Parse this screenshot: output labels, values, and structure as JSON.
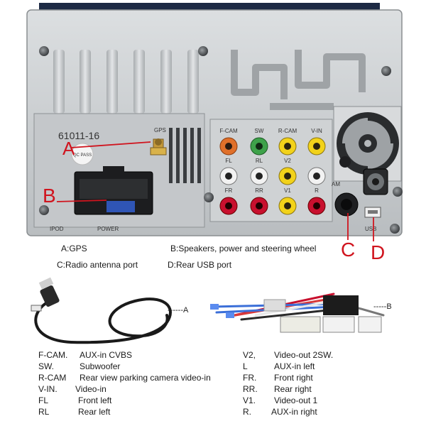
{
  "unit": {
    "date_code": "61011-16",
    "gps_port_label": "GPS",
    "port_labels": [
      "F-CAM",
      "SW",
      "R-CAM",
      "V-IN",
      "FL",
      "RL",
      "V2",
      "AM",
      "FR",
      "RR",
      "V1",
      "R"
    ],
    "ipod_label": "IPOD",
    "power_label": "POWER",
    "usb_label": "USB",
    "qc_sticker": "QC PASS"
  },
  "callouts": {
    "a": "A",
    "b": "B",
    "c": "C",
    "d": "D"
  },
  "captions": {
    "a": "A:GPS",
    "b": "B:Speakers, power and steering wheel",
    "c": "C:Radio antenna port",
    "d": "D:Rear USB port"
  },
  "accessories": {
    "cable_label": "------A",
    "harness_label": "-----B"
  },
  "legend_left": [
    {
      "key": "F-CAM.",
      "value": "AUX-in CVBS"
    },
    {
      "key": "SW.",
      "value": "Subwoofer"
    },
    {
      "key": "R-CAM",
      "value": "Rear view parking camera video-in"
    },
    {
      "key": "V-IN.",
      "value": "Video-in"
    },
    {
      "key": "FL",
      "value": "Front left"
    },
    {
      "key": "RL",
      "value": "Rear left"
    }
  ],
  "legend_right": [
    {
      "key": "V2,",
      "value": "Video-out 2SW."
    },
    {
      "key": "L",
      "value": "AUX-in left"
    },
    {
      "key": "FR.",
      "value": "Front right"
    },
    {
      "key": "RR.",
      "value": "Rear right"
    },
    {
      "key": "V1.",
      "value": "Video-out 1"
    },
    {
      "key": "R.",
      "value": "AUX-in right"
    }
  ],
  "colors": {
    "red_accent": "#d0141e",
    "chassis": "#c9ccce",
    "rca_orange": "#e0702a",
    "rca_green": "#3ea24a",
    "rca_yellow": "#f2d21a",
    "rca_white": "#f2f2f2",
    "rca_red": "#c8102e"
  }
}
